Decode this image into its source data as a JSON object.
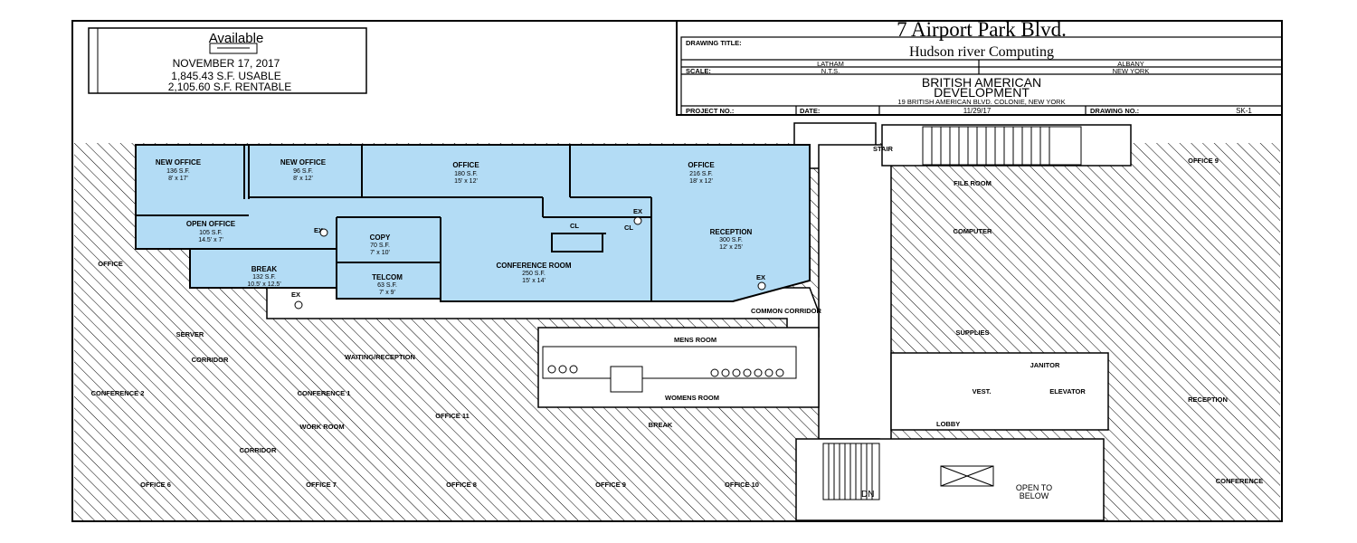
{
  "availability": {
    "heading": "Available",
    "date": "NOVEMBER 17, 2017",
    "usable": "1,845.43 S.F. USABLE",
    "rentable": "2,105.60 S.F. RENTABLE"
  },
  "title_block": {
    "address": "7 Airport Park Blvd.",
    "drawing_title_label": "DRAWING TITLE:",
    "drawing_title": "Hudson river Computing",
    "location_1": "LATHAM",
    "location_2": "ALBANY",
    "scale_label": "SCALE:",
    "scale": "N.T.S.",
    "state": "NEW YORK",
    "firm_line_1": "BRITISH AMERICAN",
    "firm_line_2": "DEVELOPMENT",
    "firm_address": "19 BRITISH AMERICAN BLVD. COLONIE, NEW YORK",
    "project_label": "PROJECT NO.:",
    "date_label": "DATE:",
    "date": "11/29/17",
    "drawing_no_label": "DRAWING NO.:",
    "drawing_no": "SK-1"
  },
  "suite_rooms": [
    {
      "name": "NEW OFFICE",
      "area": "136 S.F.",
      "dims": "8' x 17'"
    },
    {
      "name": "NEW OFFICE",
      "area": "96 S.F.",
      "dims": "8' x 12'"
    },
    {
      "name": "OFFICE",
      "area": "180 S.F.",
      "dims": "15' x 12'"
    },
    {
      "name": "OFFICE",
      "area": "216 S.F.",
      "dims": "18' x 12'"
    },
    {
      "name": "OPEN OFFICE",
      "area": "105 S.F.",
      "dims": "14.5' x 7'"
    },
    {
      "name": "COPY",
      "area": "70 S.F.",
      "dims": "7' x 10'"
    },
    {
      "name": "RECEPTION",
      "area": "300 S.F.",
      "dims": "12' x 25'"
    },
    {
      "name": "BREAK",
      "area": "132 S.F.",
      "dims": "10.5' x 12.5'"
    },
    {
      "name": "TELCOM",
      "area": "63 S.F.",
      "dims": "7' x 9'"
    },
    {
      "name": "CONFERENCE ROOM",
      "area": "250 S.F.",
      "dims": "15' x 14'"
    }
  ],
  "labels": {
    "cl": "CL",
    "ex": "EX",
    "stair": "STAIR",
    "common_corridor": "COMMON CORRIDOR",
    "mens_room": "MENS ROOM",
    "womens_room": "WOMENS ROOM",
    "lobby": "LOBBY",
    "dn": "DN",
    "open_to_1": "OPEN TO",
    "open_to_2": "BELOW",
    "file_room": "FILE ROOM",
    "computer": "COMPUTER",
    "supplies": "SUPPLIES",
    "janitor": "JANITOR",
    "vest": "VEST.",
    "elevator": "ELEVATOR",
    "office_9": "OFFICE 9",
    "reception_r": "RECEPTION",
    "conference_r": "CONFERENCE",
    "corridor": "CORRIDOR",
    "waiting_reception": "WAITING/RECEPTION",
    "conference_1": "CONFERENCE 1",
    "conference_2": "CONFERENCE 2",
    "work_room": "WORK ROOM",
    "office_11": "OFFICE 11",
    "break_2": "BREAK",
    "server": "SERVER",
    "office_6": "OFFICE 6",
    "office_7": "OFFICE 7",
    "office_8": "OFFICE 8",
    "office_9b": "OFFICE 9",
    "office_10": "OFFICE 10",
    "office_l": "OFFICE"
  },
  "colors": {
    "suite_fill": "#b3dcf5",
    "line": "#000000",
    "background": "#ffffff"
  }
}
